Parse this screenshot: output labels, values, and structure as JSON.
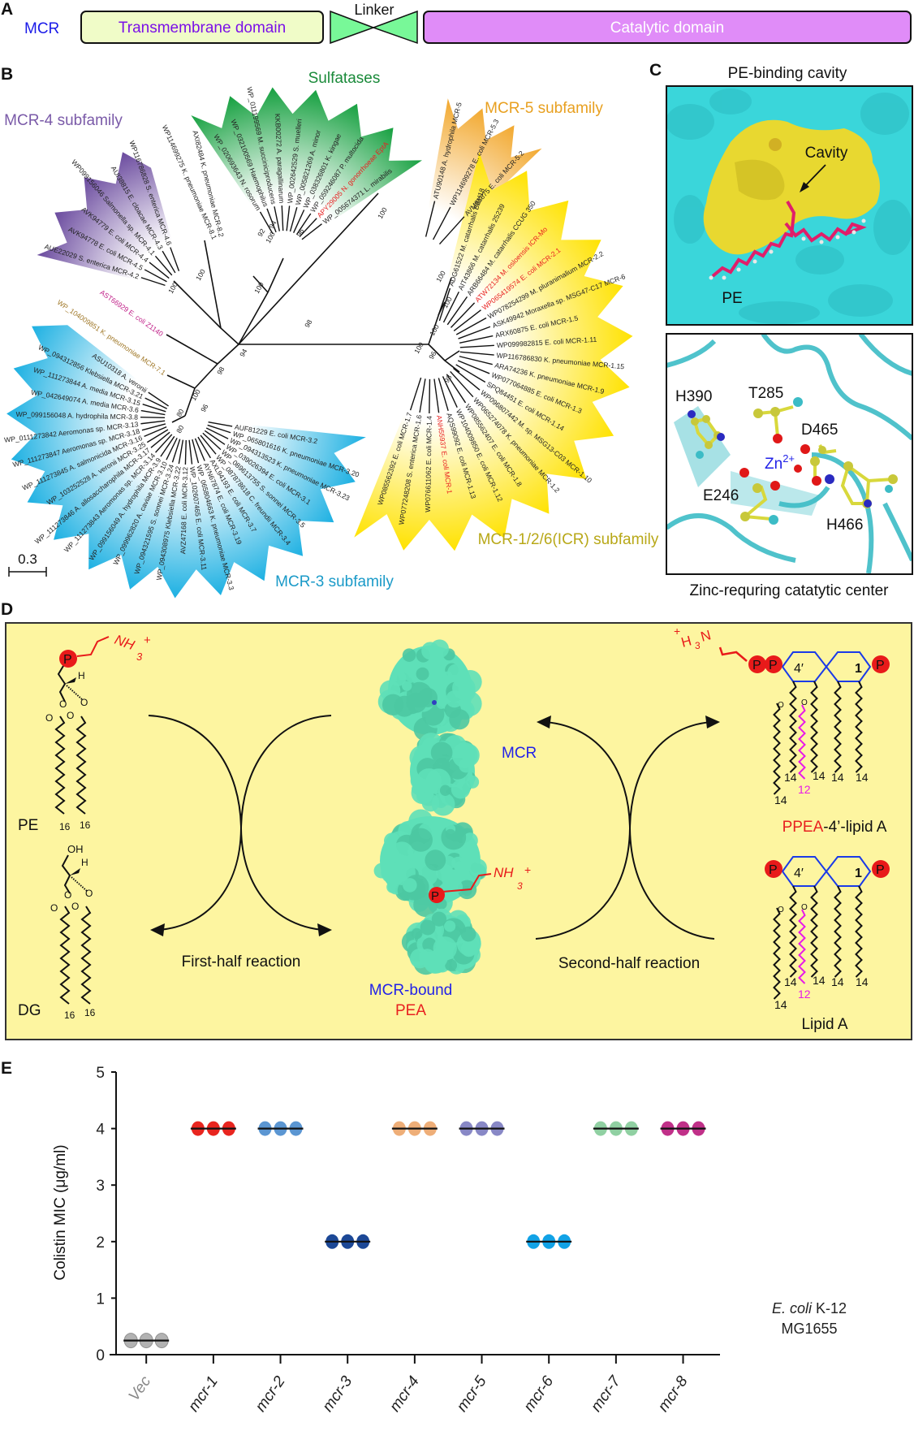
{
  "panel_a": {
    "letter": "A",
    "protein_label": "MCR",
    "domains": [
      "Transmembrane domain",
      "Linker",
      "Catalytic domain"
    ],
    "colors": {
      "tm": "#f0fcc8",
      "linker": "#78f898",
      "catalytic": "#e08cf8",
      "label": "#1a1ae8"
    }
  },
  "panel_b": {
    "letter": "B",
    "scale_bar": "0.3",
    "clades": [
      {
        "name": "MCR-4 subfamily",
        "color": "#6a4a9e",
        "label_color": "#7a5aa8",
        "leaves": [
          "AUE22029 S. enterica MCR-4.2",
          "AVK94778 E. coli MCR-4.5",
          "AVK94779 E. coli MCR-4.4",
          "WP099156046 Salmonella sp. MCR-4.1",
          "AUI38815 E. cloacae MCR-4.3",
          "WP116786828 S. enterica MCR-4.6"
        ]
      },
      {
        "name": "Sulfatases",
        "color": "#16a040",
        "label_color": "#1a8a3a",
        "leaves": [
          "WP_020693643 N. rosorum",
          "WP_032100569 Haemophilus",
          "WP_011199569 M. succiniciproducens",
          "KKB00272 A. paragallinarum",
          "WP_002642529 S. muelleri",
          "WP_005821269 A. minor",
          "WP_038326801 K. kingae",
          "WP_059246087 P. multocida",
          "APY29005 N. gonorrhoeae EptA",
          "WP_005674371 L. mirabilis"
        ],
        "highlight": [
          "APY29005 N. gonorrhoeae EptA"
        ]
      },
      {
        "name": "MCR-5 subfamily",
        "color": "#f2a82e",
        "label_color": "#e8a020",
        "leaves": [
          "ATU90148 A. hydrophila MCR-5",
          "WP114699278 E. coli MCR-5.3",
          "AVM85875 E. coli MCR-5.2"
        ]
      },
      {
        "name": "MCR-1/2/6(ICR) subfamily",
        "color": "#ffe200",
        "label_color": "#b8a818",
        "leaves": [
          "ADG61522 M. catarrhalis BBH18",
          "AIT43866 M. catarrhalis 25239",
          "ARB66484 M. catarrhalis CCUG 350",
          "ATW72134 M. osloensis ICR-Mo",
          "WP065419574 E. coli MCR-2.1",
          "WP078254299 M. pluranimalium MCR-2.2",
          "ASK49942 Moraxella sp. MSG47-C17 MCR-6",
          "ARX60875 E. coli MCR-1.5",
          "WP099982815 E. coli MCR-1.11",
          "WP116786830 K. pneumoniae MCR-1.15",
          "ARA74236 K. pneumoniae MCR-1.9",
          "WP077064885 E. coli MCR-1.3",
          "SPQ84451 E. coli MCR-1.14",
          "WP096807442 M. sp. MSG13-C03 MCR-1.10",
          "WP065274078 K. pneumoniae MCR-1.2",
          "WP085562407 E. coli MCR-1.8",
          "WP104009850 E. coli MCR-1.12",
          "AQS99092 E. coli MCR-1.13",
          "ANH55937 E. coli MCR-1",
          "WP076611062 E. coli MCR-1.4",
          "WP077248208 S. enterica MCR-1.6",
          "WP085562392 E. coli MCR-1.7"
        ],
        "highlight": [
          "ATW72134 M. osloensis ICR-Mo",
          "WP065419574 E. coli MCR-2.1",
          "ANH55937 E. coli MCR-1"
        ]
      },
      {
        "name": "MCR-3 subfamily",
        "color": "#1cb0e2",
        "label_color": "#1a9ac8",
        "leaves": [
          "ASU10318 A. veronii",
          "WP_094312856 Klebsiella MCR-3.21",
          "WP_111273844 A. media MCR-3.15",
          "WP_042649074 A. media MCR-3.6",
          "WP_099156048 A. hydrophila MCR-3.8",
          "WP_0111273842 Aeromonas sp. MCR-3.13",
          "WP_111273847 Aeromonas sp. MCR-3.18",
          "WP_111273845 A. salmonicida MCR-3.16",
          "WP_103252528 A. veronii MCR-3.25",
          "WP_111273846 A. allosaccharophila MCR-3.17",
          "WP_111273843 Aeromonas sp. MCR-3.14",
          "WP_099156049 A. hydrophila MCR-3.9",
          "WP_099962820 A. caviae MCR-3.10",
          "WP_094321595 S. sonnei MCR-3.24",
          "WP_094308975 Klebsiella MCR-3.22",
          "AVZ47168 E. coli MCR-3.12",
          "WP_102607465 E. coli MCR-3.11",
          "WP_065804663 K. pneumoniae MCR-3.3",
          "AYN67874 E. coli MCR-3.19",
          "AXL94193 E. coli MCR-3.7",
          "WP_087878618 C. freundii MCR-3.4",
          "WP_089613755 S. sonnei MCR-3.5",
          "WP_039026394 E. coli MCR-3.1",
          "WP_094313523 K. pneumoniae MCR-3.23",
          "WP_065801616 K. pneumoniae MCR-3.20",
          "AUF81229 E. coli MCR-3.2"
        ]
      }
    ],
    "other_leaves": [
      {
        "label": "WP114699275 K. pneumoniae MCR-8.1",
        "color": "#222222"
      },
      {
        "label": "AXI82484 K. pneumoniae MCR-8.2",
        "color": "#222222"
      },
      {
        "label": "WP_104009851 K. pneumoniae MCR-7.1",
        "color": "#a07828"
      },
      {
        "label": "AST66929 E. coli Z1140",
        "color": "#c02088"
      }
    ],
    "highlight_color": "#e82020",
    "bootstrap": [
      "100",
      "100",
      "92",
      "94",
      "100",
      "96",
      "100",
      "100",
      "98",
      "94",
      "98",
      "100",
      "96",
      "80",
      "80",
      "100",
      "100",
      "100",
      "96",
      "98",
      "100"
    ]
  },
  "panel_c": {
    "letter": "C",
    "top_title": "PE-binding cavity",
    "top_labels": {
      "cavity": "Cavity",
      "pe": "PE"
    },
    "bottom_labels": {
      "h390": "H390",
      "t285": "T285",
      "d465": "D465",
      "zn": "Zn",
      "zn_charge": "2+",
      "e246": "E246",
      "h466": "H466"
    },
    "bottom_caption": "Zinc-requring catatytic center"
  },
  "panel_d": {
    "letter": "D",
    "pe": "PE",
    "dg": "DG",
    "oh": "OH",
    "h": "H",
    "o": "O",
    "p": "P",
    "nh3": "NH",
    "sub3": "3",
    "plus": "+",
    "h3n_plus": "+",
    "h3n_h": "H",
    "h3n_n": "N",
    "chain16": "16",
    "first_half": "First-half reaction",
    "second_half": "Second-half reaction",
    "mcr": "MCR",
    "mcr_bound": "MCR-bound",
    "pea": "PEA",
    "ppea": "PPEA",
    "ppea_rest": "-4’-lipid A",
    "lipid_a": "Lipid A",
    "ring_4": "4′",
    "ring_1": "1",
    "chain14": "14",
    "chain12": "12"
  },
  "chart_data": {
    "type": "scatter",
    "panel_letter": "E",
    "title": "",
    "xlabel": "",
    "ylabel": "Colistin MIC (μg/ml)",
    "ylim": [
      0,
      5
    ],
    "yticks": [
      "0",
      "1",
      "2",
      "3",
      "4",
      "5"
    ],
    "categories": [
      "Vec",
      "mcr-1",
      "mcr-2",
      "mcr-3",
      "mcr-4",
      "mcr-5",
      "mcr-6",
      "mcr-7",
      "mcr-8"
    ],
    "series": [
      {
        "name": "Vec",
        "values": [
          0.25,
          0.25,
          0.25
        ],
        "color": "#a0a0a0"
      },
      {
        "name": "mcr-1",
        "values": [
          4,
          4,
          4
        ],
        "color": "#e8251f"
      },
      {
        "name": "mcr-2",
        "values": [
          4,
          4,
          4
        ],
        "color": "#5b96d2"
      },
      {
        "name": "mcr-3",
        "values": [
          2,
          2,
          2
        ],
        "color": "#1c4896"
      },
      {
        "name": "mcr-4",
        "values": [
          4,
          4,
          4
        ],
        "color": "#eeae78"
      },
      {
        "name": "mcr-5",
        "values": [
          4,
          4,
          4
        ],
        "color": "#8888c6"
      },
      {
        "name": "mcr-6",
        "values": [
          2,
          2,
          2
        ],
        "color": "#12a2e6"
      },
      {
        "name": "mcr-7",
        "values": [
          4,
          4,
          4
        ],
        "color": "#90d0a2"
      },
      {
        "name": "mcr-8",
        "values": [
          4,
          4,
          4
        ],
        "color": "#c03088"
      }
    ],
    "median": [
      0.25,
      4,
      4,
      2,
      4,
      4,
      2,
      4,
      4
    ],
    "grid": false,
    "annotation": {
      "species": "E. coli",
      "strain_line1": "K-12",
      "strain_line2": "MG1655"
    }
  }
}
